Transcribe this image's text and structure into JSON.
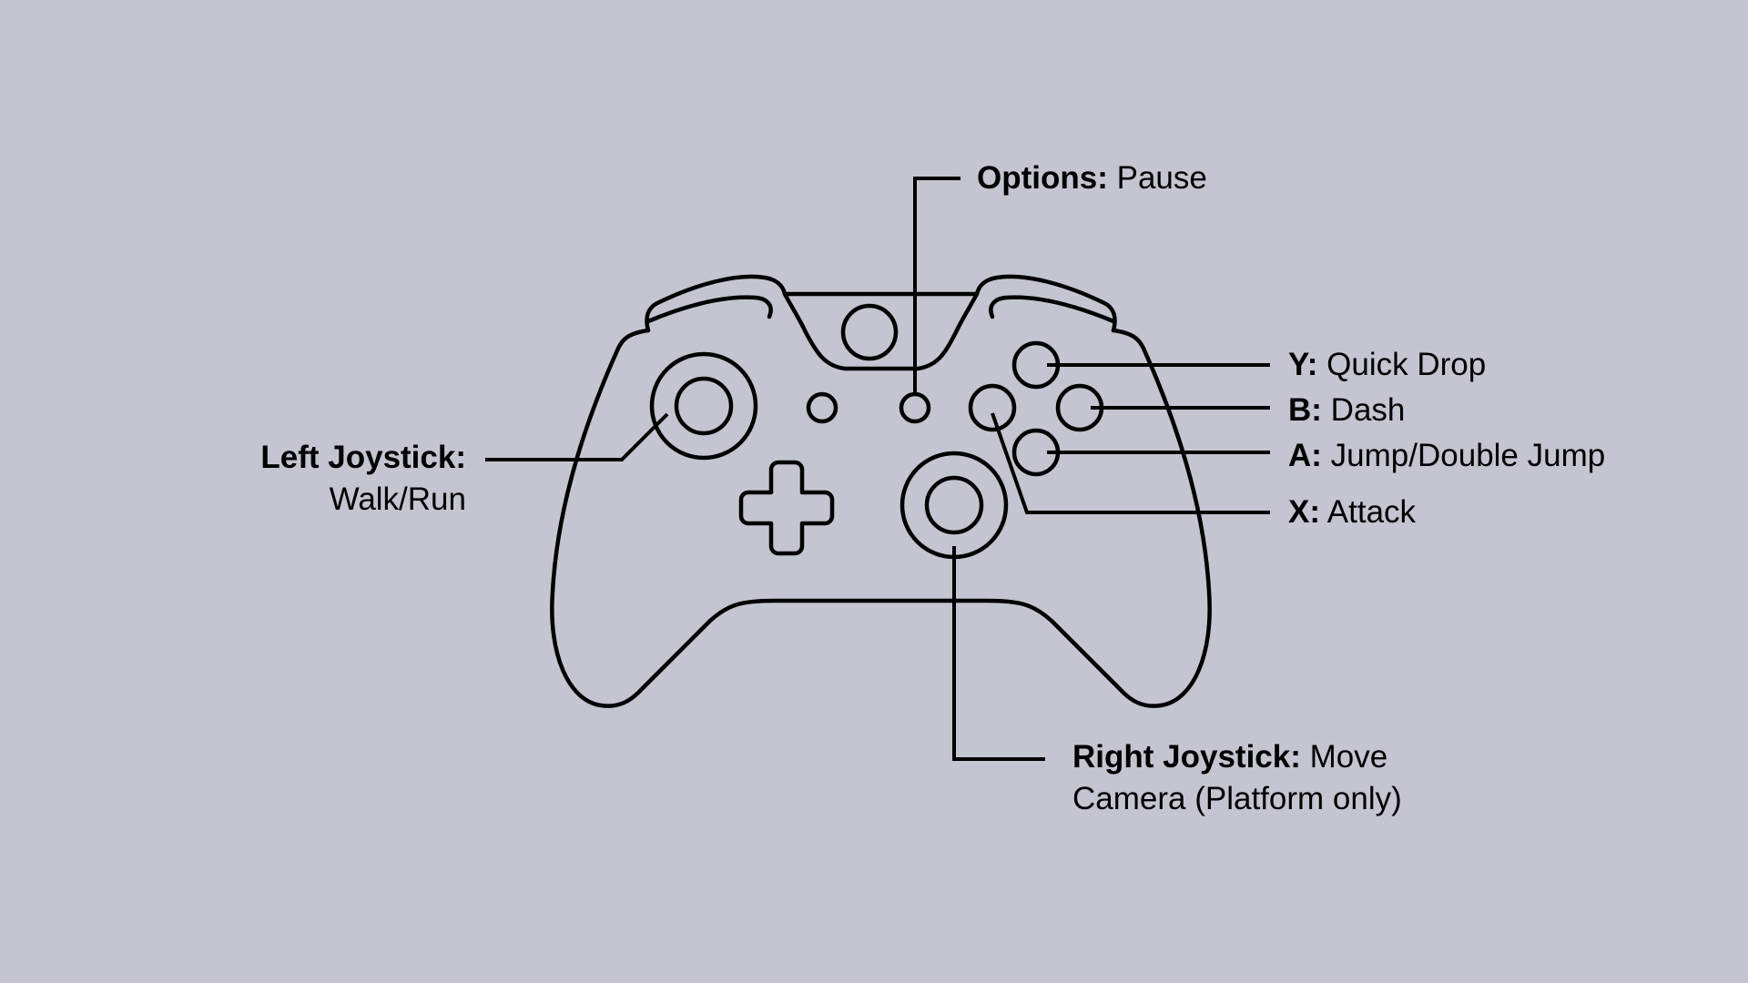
{
  "colors": {
    "background": "#c3c5d0",
    "ink": "#000000"
  },
  "labels": {
    "options": {
      "key": "Options:",
      "action": "Pause"
    },
    "y": {
      "key": "Y:",
      "action": "Quick Drop"
    },
    "b": {
      "key": "B:",
      "action": "Dash"
    },
    "a": {
      "key": "A:",
      "action": "Jump/Double Jump"
    },
    "x": {
      "key": "X:",
      "action": "Attack"
    },
    "left_joystick": {
      "key": "Left Joystick:",
      "action": "Walk/Run"
    },
    "right_joystick": {
      "key": "Right Joystick:",
      "action_line1": "Move",
      "action_line2": "Camera (Platform only)"
    }
  },
  "icons": {
    "controller": "gamepad-outline-icon",
    "dpad": "dpad-icon",
    "left_stick": "joystick-icon",
    "right_stick": "joystick-icon"
  }
}
